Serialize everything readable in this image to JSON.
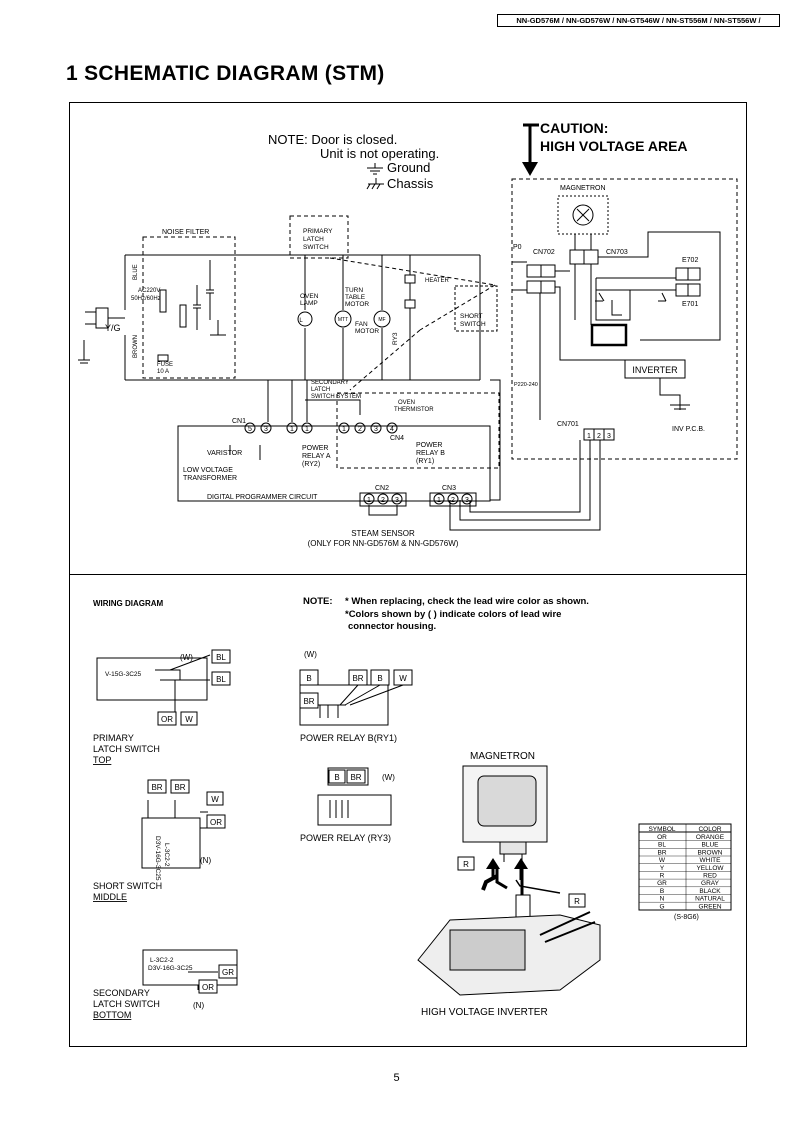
{
  "header": {
    "models": "NN-GD576M / NN-GD576W / NN-GT546W / NN-ST556M / NN-ST556W /"
  },
  "title": "1   SCHEMATIC DIAGRAM (STM)",
  "schematic": {
    "note_line1": "NOTE:  Door is closed.",
    "note_line2": "Unit is not operating.",
    "note_ground": "Ground",
    "note_chassis": "Chassis",
    "caution_line1": "CAUTION:",
    "caution_line2": "HIGH VOLTAGE AREA",
    "noise_filter": "NOISE FILTER",
    "ac_source_line1": "AC220V",
    "ac_source_line2": "50Hz/60Hz",
    "yg": "Y/G",
    "blue": "BLUE",
    "brown": "BROWN",
    "fuse_line1": "FUSE",
    "fuse_line2": "10 A",
    "primary_latch_line1": "PRIMARY",
    "primary_latch_line2": "LATCH",
    "primary_latch_line3": "SWITCH",
    "oven_lamp_line1": "OVEN",
    "oven_lamp_line2": "LAMP",
    "turntable_line1": "TURN",
    "turntable_line2": "TABLE",
    "turntable_line3": "MOTOR",
    "fan_motor_line1": "FAN",
    "fan_motor_line2": "MOTOR",
    "heater": "HEATER",
    "short_switch_line1": "SHORT",
    "short_switch_line2": "SWITCH",
    "ry3": "RY3",
    "magnetron": "MAGNETRON",
    "cn702": "CN702",
    "cn703": "CN703",
    "p0": "P0",
    "e702": "E702",
    "e701": "E701",
    "inverter": "INVERTER",
    "p220_240": "P220-240",
    "inv_pcb": "INV P.C.B.",
    "cn701": "CN701",
    "secondary_latch_line1": "SECONDARY",
    "secondary_latch_line2": "LATCH",
    "secondary_latch_line3": "SWITCH SYSTEM",
    "oven_thermistor_line1": "OVEN",
    "oven_thermistor_line2": "THERMISTOR",
    "cn1": "CN1",
    "cn4": "CN4",
    "varistor": "VARISTOR",
    "power_relay_a_line1": "POWER",
    "power_relay_a_line2": "RELAY A",
    "power_relay_a_line3": "(RY2)",
    "power_relay_b_line1": "POWER",
    "power_relay_b_line2": "RELAY B",
    "power_relay_b_line3": "(RY1)",
    "low_voltage_line1": "LOW VOLTAGE",
    "low_voltage_line2": "TRANSFORMER",
    "digital_programmer": "DIGITAL PROGRAMMER CIRCUIT",
    "cn2": "CN2",
    "cn3": "CN3",
    "steam_sensor_line1": "STEAM SENSOR",
    "steam_sensor_line2": "(ONLY FOR NN-GD576M & NN-GD576W)"
  },
  "wiring": {
    "title": "WIRING DIAGRAM",
    "note_label": "NOTE:",
    "note_line1": "* When replacing, check the lead wire color as shown.",
    "note_line2": "*Colors shown by ( ) indicate colors of lead wire",
    "note_line3": "connector housing.",
    "primary_part": "V-15G-3C25",
    "primary_caption_line1": "PRIMARY",
    "primary_caption_line2": "LATCH SWITCH",
    "primary_caption_line3": "TOP",
    "short_part_line1": "L-3C2-2",
    "short_part_line2": "D3V-16G-3C25",
    "short_caption_line1": "SHORT SWITCH",
    "short_caption_line2": "MIDDLE",
    "secondary_part_line1": "L-3C2-2",
    "secondary_part_line2": "D3V-16G-3C25",
    "secondary_caption_line1": "SECONDARY",
    "secondary_caption_line2": "LATCH SWITCH",
    "secondary_caption_line3": "BOTTOM",
    "relay_b_caption": "POWER RELAY B(RY1)",
    "relay_ry3_caption": "POWER RELAY (RY3)",
    "magnetron_title": "MAGNETRON",
    "inverter_caption": "HIGH VOLTAGE INVERTER",
    "code_w": "W",
    "code_bl": "BL",
    "code_or": "OR",
    "code_br": "BR",
    "code_b": "B",
    "code_gr": "GR",
    "code_r": "R",
    "paren_w": "(W)",
    "paren_n": "(N)",
    "color_table_header": [
      "SYMBOL",
      "COLOR"
    ],
    "color_table": [
      [
        "OR",
        "ORANGE"
      ],
      [
        "BL",
        "BLUE"
      ],
      [
        "BR",
        "BROWN"
      ],
      [
        "W",
        "WHITE"
      ],
      [
        "Y",
        "YELLOW"
      ],
      [
        "R",
        "RED"
      ],
      [
        "GR",
        "GRAY"
      ],
      [
        "B",
        "BLACK"
      ],
      [
        "N",
        "NATURAL"
      ],
      [
        "G",
        "GREEN"
      ]
    ],
    "ref_code": "(S-8G6)"
  },
  "page_number": "5"
}
